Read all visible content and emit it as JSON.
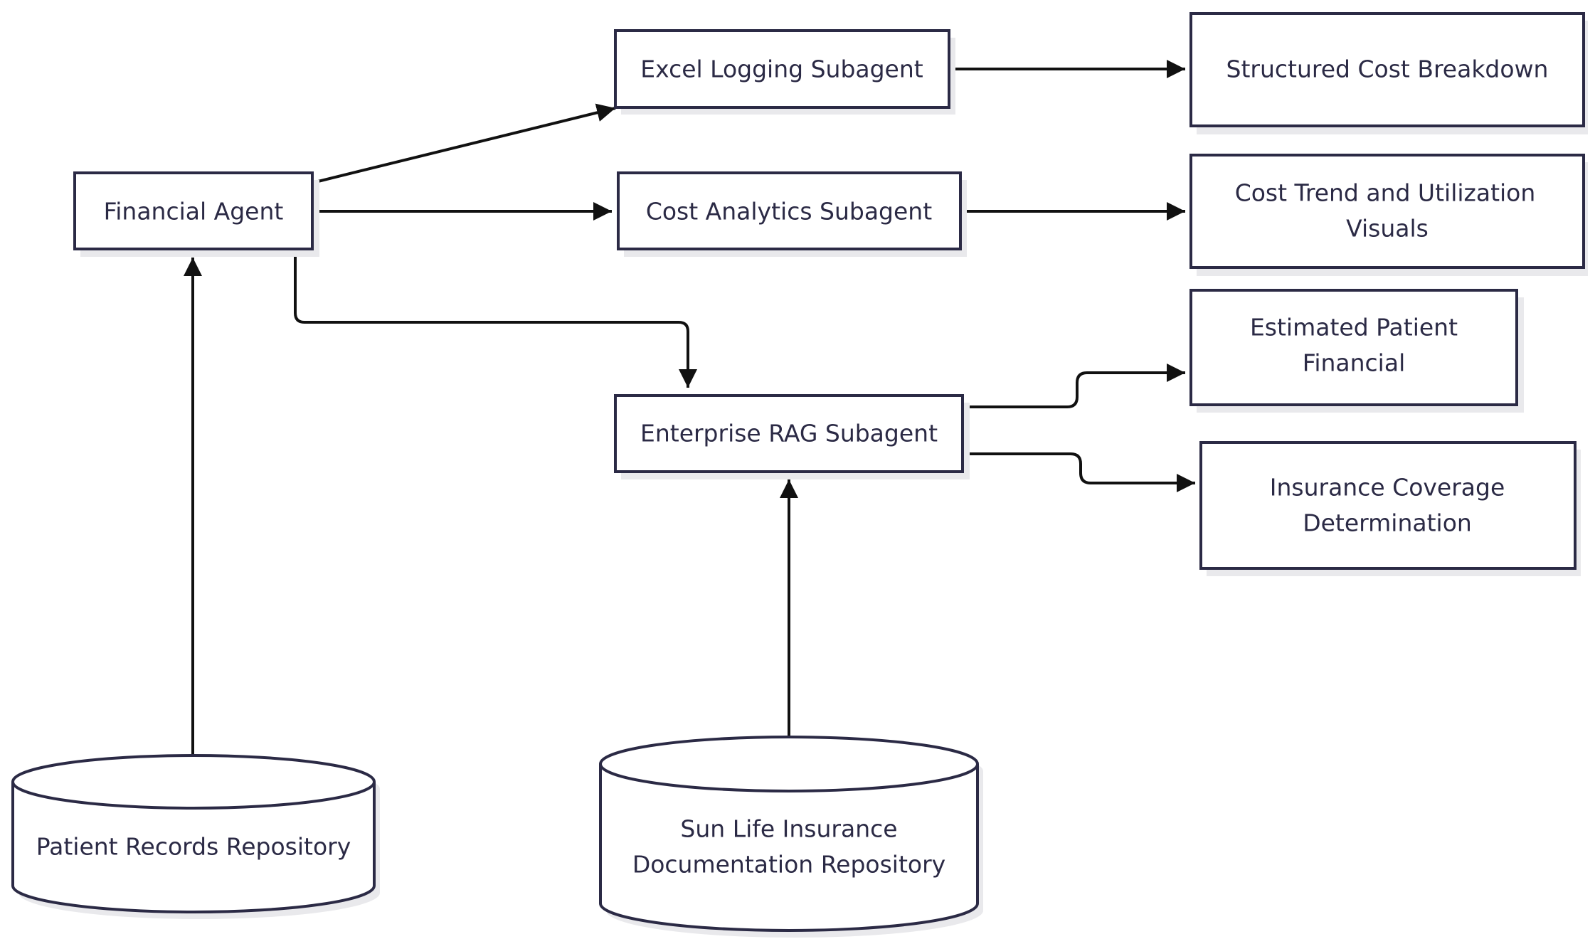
{
  "diagram": {
    "nodes": {
      "financial_agent": "Financial Agent",
      "excel_logging_subagent": "Excel Logging Subagent",
      "cost_analytics_subagent": "Cost Analytics Subagent",
      "enterprise_rag_subagent": "Enterprise RAG Subagent",
      "structured_cost_breakdown": "Structured Cost Breakdown",
      "cost_trend_line1": "Cost Trend and Utilization",
      "cost_trend_line2": "Visuals",
      "estimated_patient_line1": "Estimated Patient",
      "estimated_patient_line2": "Financial",
      "insurance_coverage_line1": "Insurance Coverage",
      "insurance_coverage_line2": "Determination",
      "patient_records_repository": "Patient Records Repository",
      "sun_life_line1": "Sun Life Insurance",
      "sun_life_line2": "Documentation Repository"
    },
    "colors": {
      "node_stroke": "#2b2a45",
      "node_text": "#2b2a45",
      "edge": "#111111",
      "shadow": "#e9e9ec"
    }
  }
}
